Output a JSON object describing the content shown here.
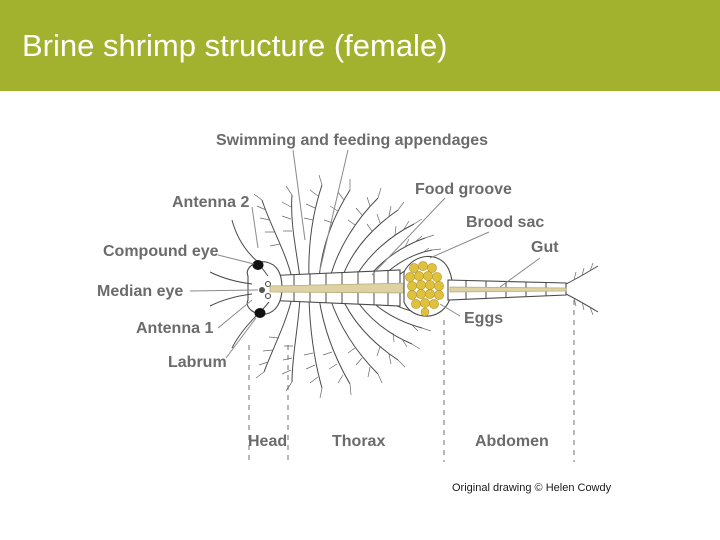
{
  "title": "Brine shrimp structure (female)",
  "colors": {
    "title_bar": "#a3b22e",
    "title_text": "#ffffff",
    "label_text": "#6b6b6b",
    "eggs": "#e0c13f",
    "gut": "#dcd2a4",
    "leader_lines": "#8a8a8a"
  },
  "labels": {
    "swimming_feeding": "Swimming and feeding appendages",
    "food_groove": "Food groove",
    "antenna2": "Antenna 2",
    "brood_sac": "Brood sac",
    "gut": "Gut",
    "compound_eye": "Compound eye",
    "median_eye": "Median eye",
    "eggs": "Eggs",
    "antenna1": "Antenna 1",
    "labrum": "Labrum"
  },
  "regions": {
    "head": "Head",
    "thorax": "Thorax",
    "abdomen": "Abdomen"
  },
  "credit": "Original drawing © Helen Cowdy"
}
